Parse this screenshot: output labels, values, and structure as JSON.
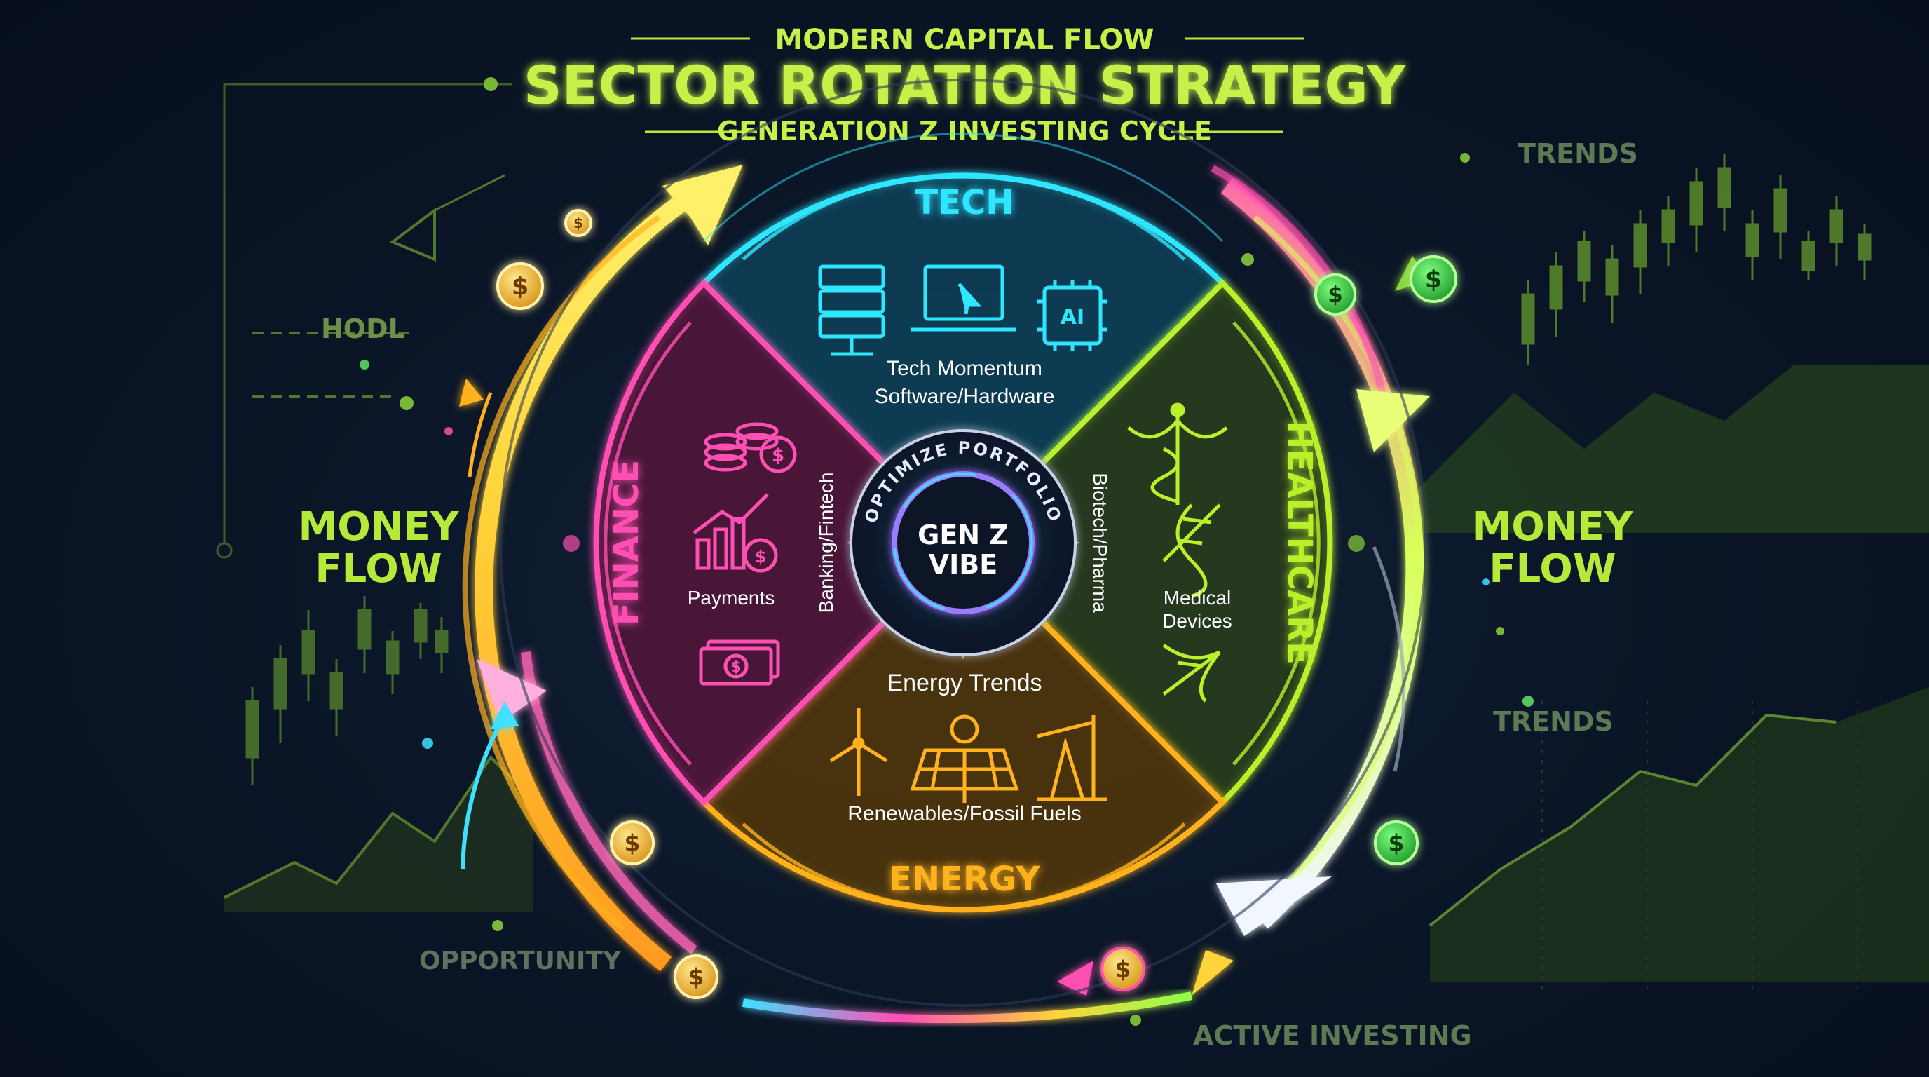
{
  "header": {
    "kicker": "MODERN CAPITAL FLOW",
    "title": "SECTOR ROTATION STRATEGY",
    "subtitle": "GENERATION Z INVESTING CYCLE"
  },
  "side_labels": {
    "money_flow_left_1": "MONEY",
    "money_flow_left_2": "FLOW",
    "money_flow_right_1": "MONEY",
    "money_flow_right_2": "FLOW",
    "hodl": "HODL",
    "trends_top": "TRENDS",
    "trends_bottom": "TRENDS",
    "opportunity": "OPPORTUNITY",
    "active_investing": "ACTIVE INVESTING"
  },
  "center": {
    "ring_text": "OPTIMIZE PORTFOLIO",
    "line1": "GEN Z",
    "line2": "VIBE"
  },
  "sectors": {
    "tech": {
      "name": "TECH",
      "desc1": "Tech Momentum",
      "desc2": "Software/Hardware",
      "color": "#2fe6ff",
      "icons": [
        "server-icon",
        "laptop-icon",
        "ai-chip-icon"
      ],
      "ai_label": "AI"
    },
    "healthcare": {
      "name": "HEALTHCARE",
      "inner": "Biotech/Pharma",
      "desc1": "Medical",
      "desc2": "Devices",
      "color": "#b8f02a",
      "icons": [
        "caduceus-icon",
        "dna-icon",
        "dna-icon"
      ]
    },
    "energy": {
      "name": "ENERGY",
      "desc1": "Energy Trends",
      "desc2": "Renewables/Fossil Fuels",
      "color": "#ffb21c",
      "icons": [
        "wind-turbine-icon",
        "solar-panel-icon",
        "oil-pump-icon"
      ]
    },
    "finance": {
      "name": "FINANCE",
      "inner": "Banking/Fintech",
      "desc1": "Payments",
      "color": "#ff4fb3",
      "icons": [
        "coins-icon",
        "growth-chart-icon",
        "cash-icon"
      ]
    }
  },
  "coin_symbol": "$"
}
